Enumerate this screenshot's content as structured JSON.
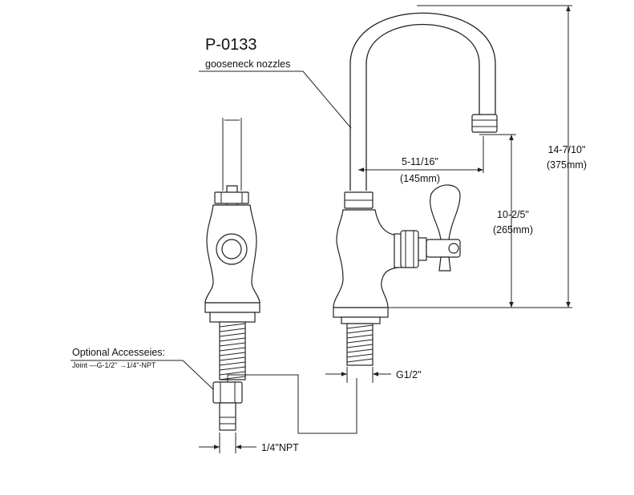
{
  "model": {
    "code": "P-0133",
    "description": "gooseneck nozzles"
  },
  "accessories": {
    "title": "Optional Accesseies:",
    "detail": "Joint —G-1/2\"  →1/4\"-NPT"
  },
  "dimensions": {
    "reach_in": "5-11/16\"",
    "reach_mm": "(145mm)",
    "spout_height_in": "10-2/5\"",
    "spout_height_mm": "(265mm)",
    "total_height_in": "14-7/10\"",
    "total_height_mm": "(375mm)",
    "shank_thread": "G1/2\"",
    "adapter_thread": "1/4\"NPT"
  }
}
